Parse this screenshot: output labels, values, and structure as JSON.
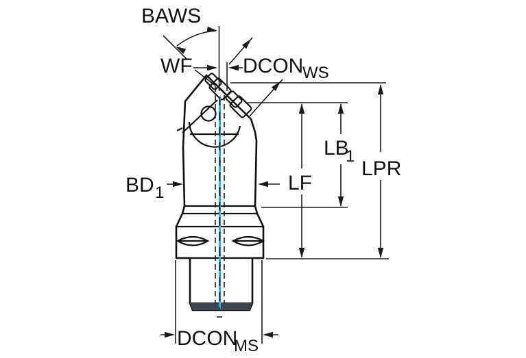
{
  "drawing": {
    "title_labels": {
      "baws": "BAWS",
      "wf": "WF",
      "dcon_ws_main": "DCON",
      "dcon_ws_sub": "WS",
      "bd1_main": "BD",
      "bd1_sub": "1",
      "lf": "LF",
      "lb1_main": "LB",
      "lb1_sub": "1",
      "lpr": "LPR",
      "dcon_ms_main": "DCON",
      "dcon_ms_sub": "MS"
    },
    "colors": {
      "background": "#ffffff",
      "body_fill": "#b7c2c9",
      "screw_fill": "#aeb9c1",
      "dark_band": "#3d464d",
      "outline": "#111111",
      "dimension_lines": "#1a1a1a",
      "centerline_cyan": "#1cb5e8"
    }
  }
}
